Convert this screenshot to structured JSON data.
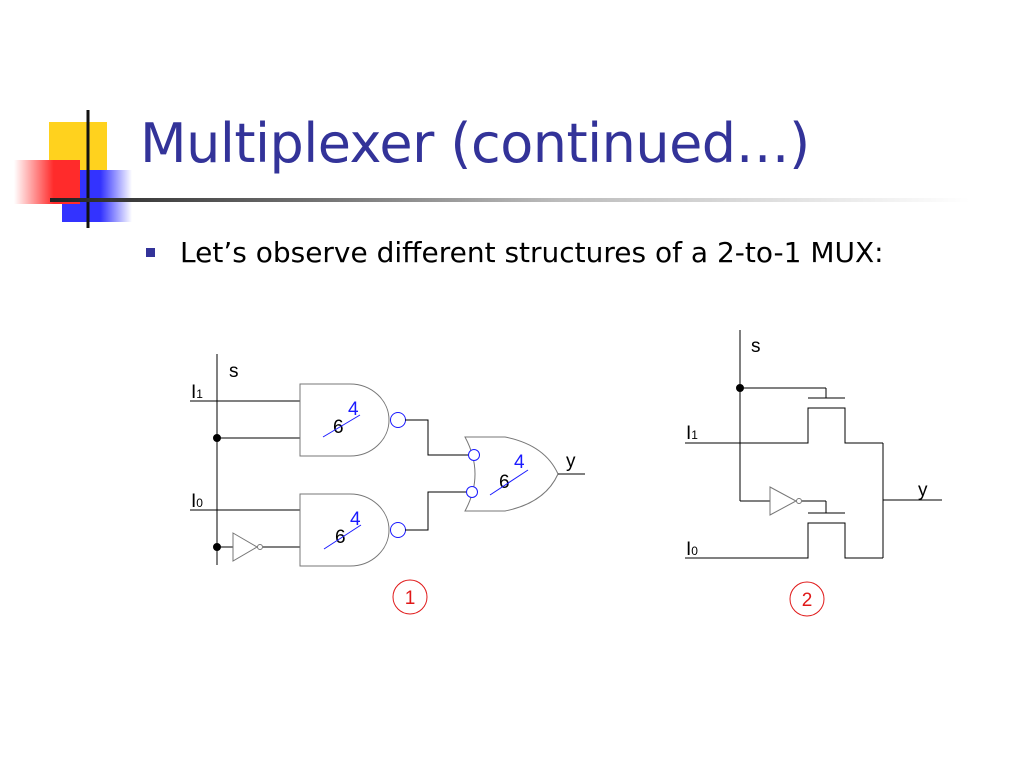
{
  "title": "Multiplexer (continued…)",
  "bullet": "Let’s observe different structures of a 2-to-1 MUX:",
  "colors": {
    "title": "#333399",
    "bullet_mark": "#333399",
    "label_blue": "#1a1aff",
    "circle_red": "#e01818",
    "logo_yellow": "#ffd21e",
    "logo_red": "#ff2b2b",
    "logo_blue": "#3333ff"
  },
  "circuit1": {
    "sel": "s",
    "in1": {
      "main": "I",
      "sub": "1"
    },
    "in0": {
      "main": "I",
      "sub": "0"
    },
    "out": "y",
    "gate_top": {
      "size": "6",
      "ratio": "4"
    },
    "gate_bottom": {
      "size": "6",
      "ratio": "4"
    },
    "gate_or": {
      "size": "6",
      "ratio": "4"
    },
    "badge": "1"
  },
  "circuit2": {
    "sel": "s",
    "in1": {
      "main": "I",
      "sub": "1"
    },
    "in0": {
      "main": "I",
      "sub": "0"
    },
    "out": "y",
    "badge": "2"
  }
}
